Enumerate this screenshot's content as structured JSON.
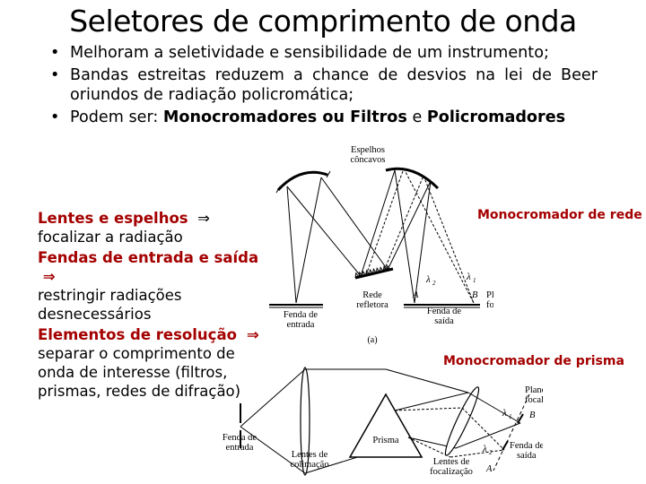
{
  "title": "Seletores de comprimento de onda",
  "bullets": [
    {
      "text": "Melhoram a seletividade e sensibilidade de um instrumento;"
    },
    {
      "text": "Bandas estreitas reduzem a chance de desvios na lei de Beer oriundos de radiação policromática;"
    },
    {
      "prefix": "Podem ser: ",
      "bold1": "Monocromadores ou Filtros",
      "mid": " e ",
      "bold2": "Policromadores"
    }
  ],
  "left_notes": {
    "n1_red": "Lentes e espelhos",
    "n1_rest": "focalizar a radiação",
    "n2_red": "Fendas de entrada e saída",
    "n2_rest": "restringir radiações desnecessários",
    "n3_red": "Elementos de resolução",
    "n3_rest": "separar o comprimento de onda de interesse (filtros, prismas, redes de difração)"
  },
  "captions": {
    "grating": "Monocromador de rede",
    "prism": "Monocromador de prisma"
  },
  "diagram_a": {
    "mirrors": "Espelhos côncavos",
    "grating": "Rede refletora",
    "entrance_slit": "Fenda de entrada",
    "exit_slit": "Fenda de saída",
    "focal_plane": "Plano focal",
    "lambda2": "λ2",
    "lambda1": "λ1",
    "A": "A",
    "B": "B",
    "tag": "(a)"
  },
  "diagram_b": {
    "entrance_slit": "Fenda de entrada",
    "collimating_lens": "Lentes de colimação",
    "prism": "Prisma",
    "focusing_lens": "Lentes de focalização",
    "exit_slit": "Fenda de saída",
    "focal_plane": "Plano focal",
    "lambda1": "λ1",
    "lambda2": "λ2",
    "A": "A",
    "B": "B"
  },
  "colors": {
    "accent_red": "#a40000"
  }
}
